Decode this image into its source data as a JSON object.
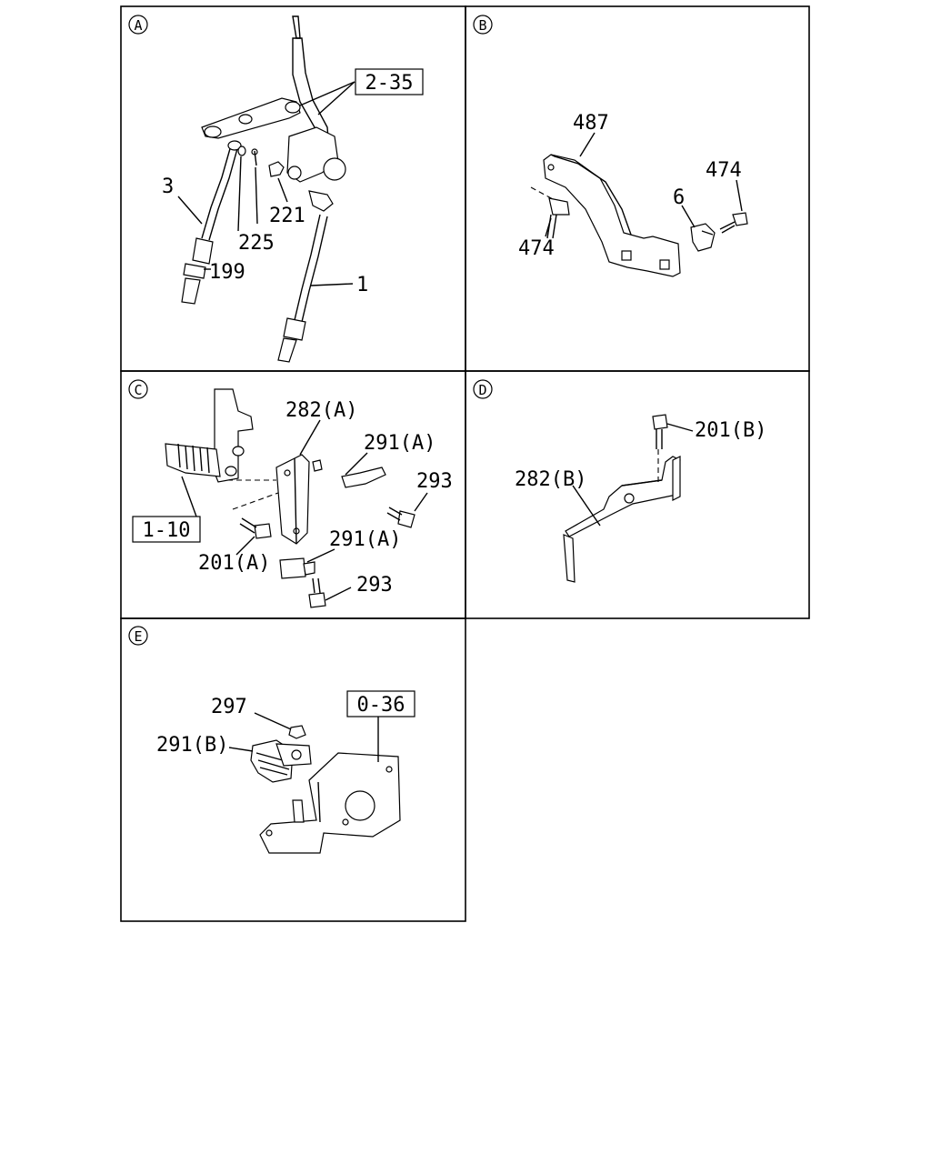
{
  "panels": [
    {
      "letter": "A",
      "labels": [
        "2-35",
        "3",
        "225",
        "221",
        "199",
        "1"
      ]
    },
    {
      "letter": "B",
      "labels": [
        "487",
        "474",
        "6",
        "474"
      ]
    },
    {
      "letter": "C",
      "labels": [
        "282(A)",
        "291(A)",
        "293",
        "1-10",
        "201(A)",
        "291(A)",
        "293"
      ]
    },
    {
      "letter": "D",
      "labels": [
        "201(B)",
        "282(B)"
      ]
    },
    {
      "letter": "E",
      "labels": [
        "297",
        "0-36",
        "291(B)"
      ]
    }
  ]
}
